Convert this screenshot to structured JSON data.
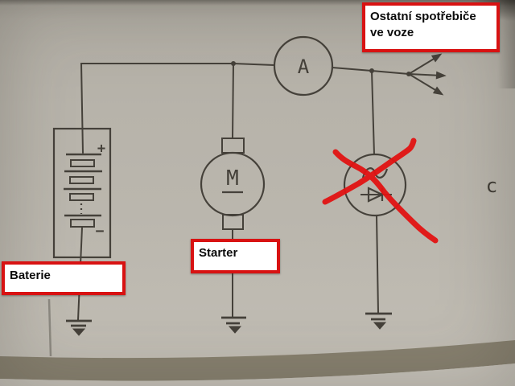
{
  "labels": {
    "other_loads": {
      "line1": "Ostatní spotřebiče",
      "line2": "ve voze"
    },
    "starter": "Starter",
    "battery": "Baterie"
  },
  "symbols": {
    "ammeter_letter": "A",
    "motor_letter": "M",
    "battery_plus": "+",
    "battery_minus": "−",
    "page_letter": "c"
  },
  "icons": {
    "ground_icon": "⏚",
    "fan_arrows_icon": "↗→↘",
    "red_cross_icon": "✕"
  },
  "colors": {
    "page": "#b7b3aa",
    "ink": "#45413a",
    "label_border": "#d81212",
    "label_bg": "#ffffff",
    "label_text": "#0b0b0b",
    "marker_red": "#e21313",
    "bottom_band": "#87806f",
    "bottom_strip": "#c8c4bb"
  }
}
